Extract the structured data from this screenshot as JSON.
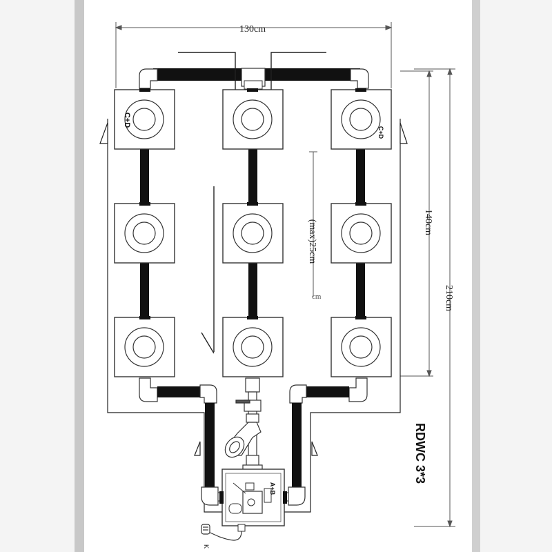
{
  "colors": {
    "background": "#ffffff",
    "side_bars": "#c8c8c8",
    "pipe": "#111111",
    "line": "#333333",
    "dimension": "#666666"
  },
  "dimensions": {
    "width_label": "130cm",
    "depth_label": "140cm",
    "total_depth_label": "210cm",
    "spacing_label": "(max)25cm",
    "spacing_unit_fragment": "cm"
  },
  "buckets": {
    "top_left_label": "C+D",
    "top_right_label": "C+D"
  },
  "controller": {
    "reservoir_label": "A+B",
    "cable_label": "K"
  },
  "system_title": "RDWC 3*3"
}
